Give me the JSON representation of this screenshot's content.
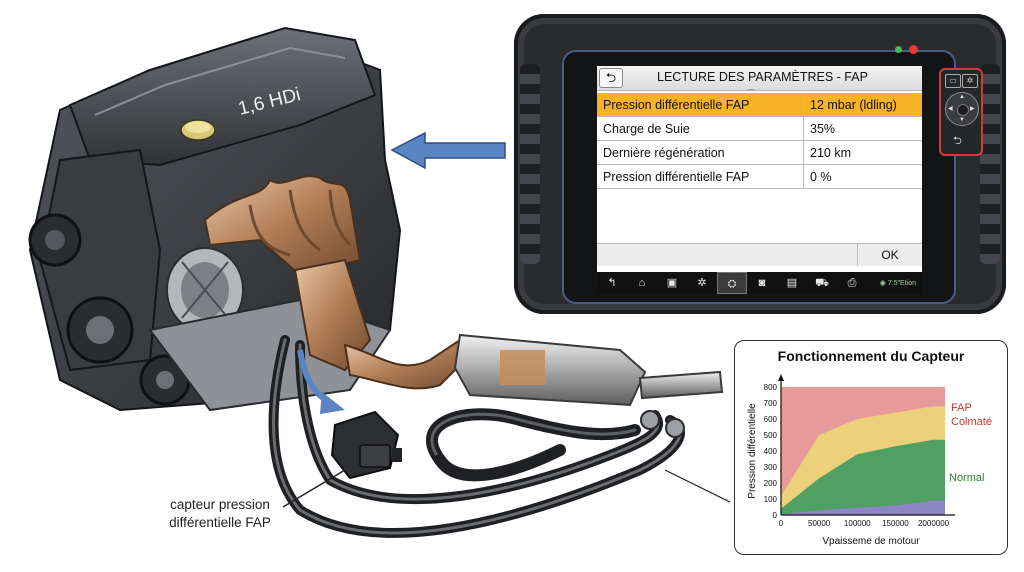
{
  "engine": {
    "badge": "1,6 HDi",
    "sensor_label_line1": "capteur pression",
    "sensor_label_line2": "différentielle FAP"
  },
  "screen": {
    "title": "LECTURE DES PARAMÈTRES - FAP",
    "back_icon": "back-arrow-icon",
    "ok_label": "OK",
    "status_text": "7:5\"Etion",
    "params": [
      {
        "label": "Pression différentielle FAP",
        "value": "12 mbar (ldling)",
        "selected": true
      },
      {
        "label": "Charge de Suie",
        "value": "35%",
        "selected": false
      },
      {
        "label": "Dernière régénération",
        "value": "210 km",
        "selected": false
      },
      {
        "label": "Pression différentielle FAP",
        "value": "0 %",
        "selected": false
      }
    ],
    "taskbar_icons": [
      "back-icon",
      "home-icon",
      "save-icon",
      "settings-icon",
      "engine-icon",
      "camera-icon",
      "battery-icon",
      "car-icon",
      "print-icon"
    ],
    "highlight_color": "#f5b325"
  },
  "chart_data": {
    "type": "area",
    "title": "Fonctionnement du Capteur",
    "xlabel": "Vpaisseme de motour",
    "ylabel": "Pression différentielle",
    "x": [
      0,
      50000,
      100000,
      150000,
      200000
    ],
    "xlim": [
      0,
      215000
    ],
    "ylim": [
      0,
      800
    ],
    "x_ticks": [
      "0",
      "50000",
      "100000",
      "150000",
      "2000000"
    ],
    "y_ticks": [
      0,
      100,
      200,
      300,
      400,
      500,
      600,
      700,
      800
    ],
    "series": [
      {
        "name": "",
        "values": [
          5,
          30,
          45,
          60,
          90
        ],
        "color": "#8b86c3"
      },
      {
        "name": "Normal",
        "values": [
          40,
          230,
          380,
          430,
          470
        ],
        "color": "#4fa062"
      },
      {
        "name": "",
        "values": [
          120,
          500,
          600,
          640,
          680
        ],
        "color": "#ecd07a"
      },
      {
        "name": "FAP Colmaté",
        "values": [
          800,
          800,
          800,
          800,
          800
        ],
        "color": "#e79a9a"
      }
    ],
    "labels": [
      {
        "text": "FAP",
        "color": "#c0392b"
      },
      {
        "text": "Colmaté",
        "color": "#c0392b"
      },
      {
        "text": "Normal",
        "color": "#2e7d32"
      }
    ]
  }
}
